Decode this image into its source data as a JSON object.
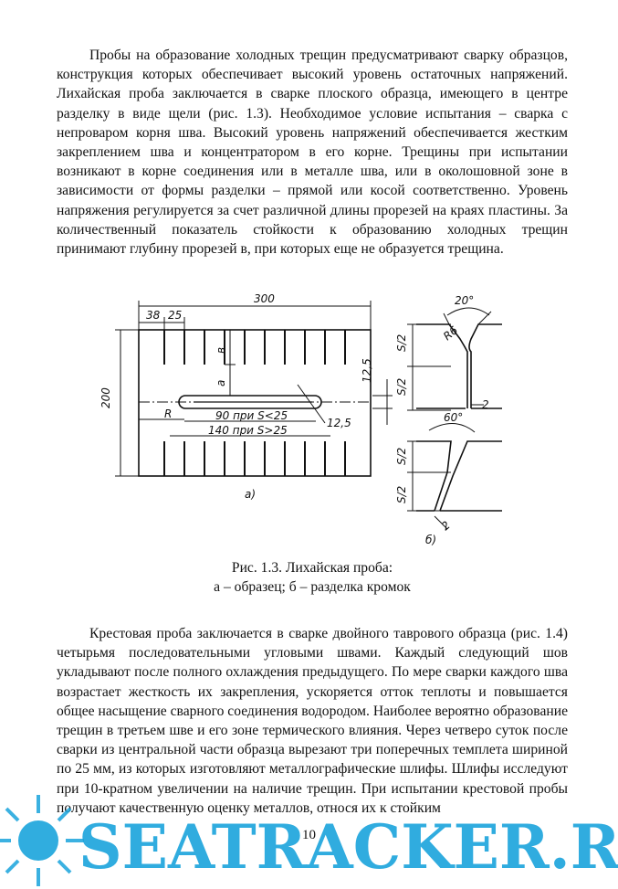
{
  "paragraphs": [
    "Пробы на образование холодных трещин предусматривают сварку образцов, конструкция которых обеспечивает высокий уровень остаточных напряжений. Лихайская проба заключается в сварке плоского образца, имеющего в центре разделку в виде щели (рис. 1.3). Необходимое условие испытания – сварка с непроваром корня шва. Высокий уровень напряжений обеспечивается жестким закреплением шва и концентратором в его корне. Трещины при испытании возникают в корне соединения или в металле шва, или в околошовной зоне в зависимости от формы разделки – прямой или косой соответственно. Уровень напряжения регулируется за счет различной длины прорезей на краях пластины. За количественный показатель стойкости к образованию холодных трещин принимают глубину прорезей в, при которых еще не образуется трещина.",
    "Крестовая проба заключается в сварке двойного таврового образца (рис. 1.4) четырьмя последовательными угловыми швами. Каждый следующий шов укладывают после полного охлаждения предыдущего. По мере сварки каждого шва возрастает жесткость их закрепления, ускоряется отток теплоты и повышается общее насыщение сварного соединения водородом. Наиболее вероятно образование трещин в третьем шве и его зоне термического влияния. Через четверо суток после сварки из центральной части образца вырезают три поперечных темплета шириной по 25 мм, из которых изготовляют металлографические шлифы. Шлифы исследуют при 10-кратном увеличении на наличие трещин. При испытании крестовой пробы получают качественную оценку металлов, относя их к стойким"
  ],
  "figure": {
    "caption_line1": "Рис. 1.3. Лихайская проба:",
    "caption_line2": "а – образец; б – разделка кромок",
    "dim_300": "300",
    "dim_38": "38",
    "dim_25": "25",
    "dim_200": "200",
    "dim_v": "в",
    "dim_a": "а",
    "dim_R": "R",
    "dim_90": "90 при S<25",
    "dim_140": "140 при S>25",
    "dim_12_5a": "12,5",
    "dim_12_5b": "12,5",
    "label_a": "а)",
    "label_b": "б)",
    "angle_20": "20°",
    "angle_60": "60°",
    "radius_R6": "R6",
    "s2_1": "S/2",
    "s2_2": "S/2",
    "s2_3": "S/2",
    "s2_4": "S/2",
    "gap_2a": "2",
    "gap_2b": "2"
  },
  "page_number": "10",
  "watermark": {
    "text": "SEATRACKER.RU",
    "color": "#1aa4dc"
  }
}
